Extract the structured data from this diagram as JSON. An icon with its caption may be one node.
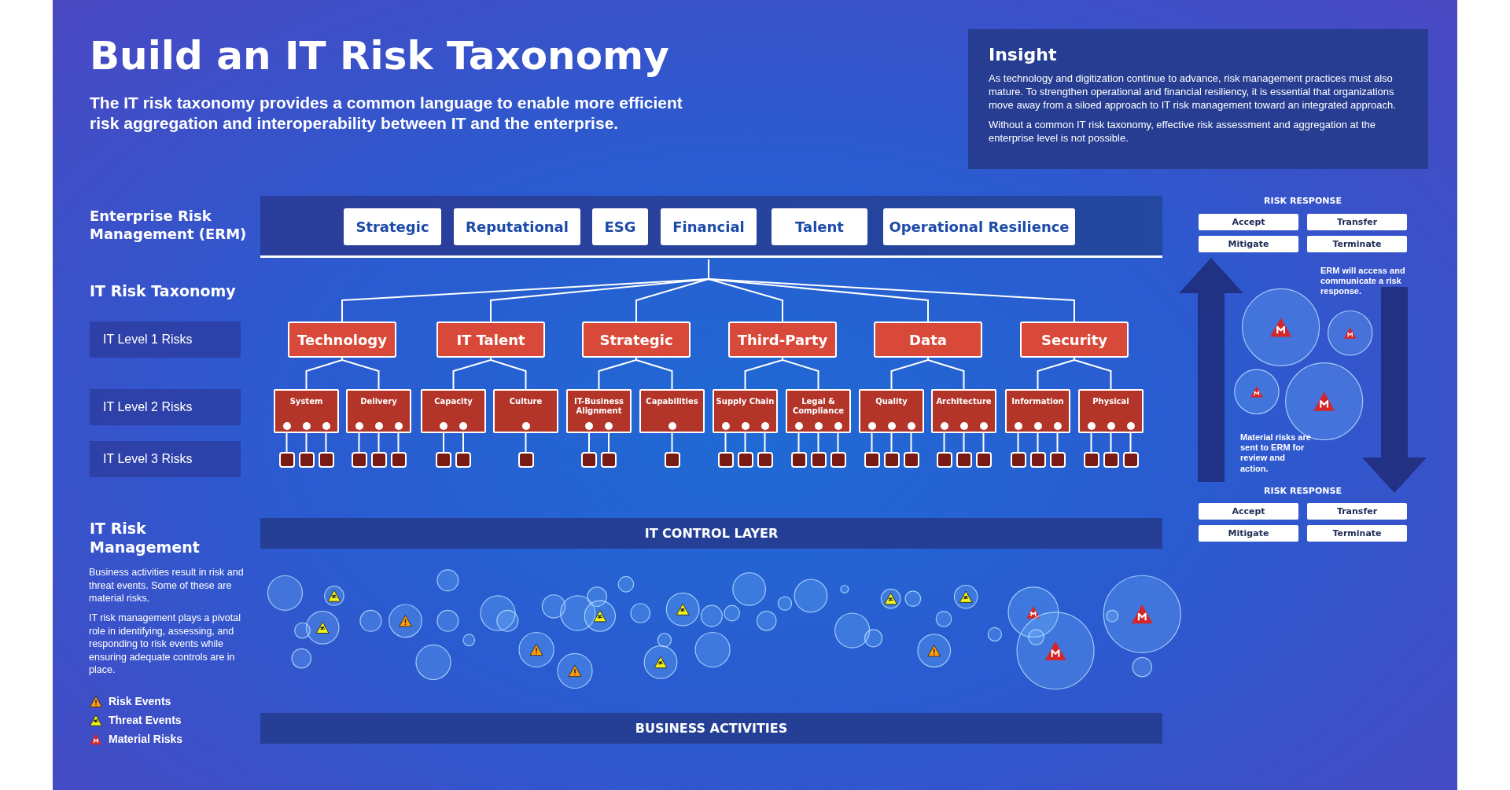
{
  "diagram": {
    "title": "Build an IT Risk Taxonomy",
    "nodes": [
      {
        "text": [],
        "shape": "band"
      },
      {
        "text": [
          "Strategic"
        ],
        "in": 0
      },
      {
        "text": [
          "Reputational"
        ],
        "in": 0
      },
      {
        "text": [
          "ESG"
        ],
        "in": 0
      },
      {
        "text": [
          "Financial"
        ],
        "in": 0
      },
      {
        "text": [
          "Talent"
        ],
        "in": 0
      },
      {
        "text": [
          "Operational Resilience"
        ],
        "in": 0
      },
      {
        "text": [
          "Technology"
        ]
      },
      {
        "text": [
          "IT Talent"
        ]
      },
      {
        "text": [
          "Strategic"
        ]
      },
      {
        "text": [
          "Third-Party"
        ]
      },
      {
        "text": [
          "Data"
        ]
      },
      {
        "text": [
          "Security"
        ]
      },
      {
        "text": [
          "System"
        ]
      },
      {
        "text": [
          "Delivery"
        ]
      },
      {
        "text": [
          "Capacity"
        ]
      },
      {
        "text": [
          "Culture"
        ]
      },
      {
        "text": [
          "IT-Business Alignment"
        ]
      },
      {
        "text": [
          "Capabilities"
        ]
      },
      {
        "text": [
          "Supply Chain"
        ]
      },
      {
        "text": [
          "Legal & Compliance"
        ]
      },
      {
        "text": [
          "Quality"
        ]
      },
      {
        "text": [
          "Architecture"
        ]
      },
      {
        "text": [
          "Information"
        ]
      },
      {
        "text": [
          "Physical"
        ]
      },
      {
        "text": [],
        "shape": "box"
      },
      {
        "text": [],
        "shape": "box"
      },
      {
        "text": [],
        "shape": "box"
      },
      {
        "text": [],
        "shape": "box"
      },
      {
        "text": [],
        "shape": "box"
      },
      {
        "text": [],
        "shape": "box"
      },
      {
        "text": [],
        "shape": "box"
      },
      {
        "text": [],
        "shape": "box"
      },
      {
        "text": [],
        "shape": "box"
      },
      {
        "text": [],
        "shape": "box"
      },
      {
        "text": [],
        "shape": "box"
      },
      {
        "text": [],
        "shape": "box"
      },
      {
        "text": [],
        "shape": "box"
      },
      {
        "text": [],
        "shape": "box"
      },
      {
        "text": [],
        "shape": "box"
      },
      {
        "text": [],
        "shape": "box"
      },
      {
        "text": [],
        "shape": "box"
      },
      {
        "text": [],
        "shape": "box"
      },
      {
        "text": [],
        "shape": "box"
      },
      {
        "text": [],
        "shape": "box"
      },
      {
        "text": [],
        "shape": "box"
      },
      {
        "text": [],
        "shape": "box"
      },
      {
        "text": [],
        "shape": "box"
      },
      {
        "text": [],
        "shape": "box"
      },
      {
        "text": [],
        "shape": "box"
      },
      {
        "text": [],
        "shape": "box"
      },
      {
        "text": [],
        "shape": "box"
      },
      {
        "text": [],
        "shape": "box"
      },
      {
        "text": [],
        "shape": "box"
      },
      {
        "text": [],
        "shape": "box"
      },
      {
        "text": [
          "IT CONTROL LAYER"
        ]
      },
      {
        "text": [
          "BUSINESS ACTIVITIES"
        ]
      },
      {
        "text": [
          "Insight",
          "As technology and digitization continue to advance, risk management practices must also mature. To strengthen operational and financial resiliency, it is essential that organizations move away from a siloed approach to IT risk management toward an integrated approach.",
          "Without a common IT risk taxonomy, effective risk assessment and aggregation at the enterprise level is not possible."
        ]
      },
      {
        "text": [
          "Accept"
        ]
      },
      {
        "text": [
          "Transfer"
        ]
      },
      {
        "text": [
          "Mitigate"
        ]
      },
      {
        "text": [
          "Terminate"
        ]
      },
      {
        "text": [
          "Accept"
        ]
      },
      {
        "text": [
          "Transfer"
        ]
      },
      {
        "text": [
          "Mitigate"
        ]
      },
      {
        "text": [
          "Terminate"
        ]
      }
    ],
    "edges": [
      {
        "from": 0,
        "to": 7,
        "arrow": "none"
      },
      {
        "from": 0,
        "to": 8,
        "arrow": "none"
      },
      {
        "from": 0,
        "to": 9,
        "arrow": "none"
      },
      {
        "from": 0,
        "to": 10,
        "arrow": "none"
      },
      {
        "from": 0,
        "to": 11,
        "arrow": "none"
      },
      {
        "from": 0,
        "to": 12,
        "arrow": "none"
      },
      {
        "from": 7,
        "to": 13,
        "arrow": "none"
      },
      {
        "from": 7,
        "to": 14,
        "arrow": "none"
      },
      {
        "from": 8,
        "to": 15,
        "arrow": "none"
      },
      {
        "from": 8,
        "to": 16,
        "arrow": "none"
      },
      {
        "from": 9,
        "to": 17,
        "arrow": "none"
      },
      {
        "from": 9,
        "to": 18,
        "arrow": "none"
      },
      {
        "from": 10,
        "to": 19,
        "arrow": "none"
      },
      {
        "from": 10,
        "to": 20,
        "arrow": "none"
      },
      {
        "from": 11,
        "to": 21,
        "arrow": "none"
      },
      {
        "from": 11,
        "to": 22,
        "arrow": "none"
      },
      {
        "from": 12,
        "to": 23,
        "arrow": "none"
      },
      {
        "from": 12,
        "to": 24,
        "arrow": "none"
      },
      {
        "from": 13,
        "to": 25,
        "arrow": "none"
      },
      {
        "from": 13,
        "to": 26,
        "arrow": "none"
      },
      {
        "from": 13,
        "to": 27,
        "arrow": "none"
      },
      {
        "from": 14,
        "to": 28,
        "arrow": "none"
      },
      {
        "from": 14,
        "to": 29,
        "arrow": "none"
      },
      {
        "from": 14,
        "to": 30,
        "arrow": "none"
      },
      {
        "from": 15,
        "to": 31,
        "arrow": "none"
      },
      {
        "from": 15,
        "to": 32,
        "arrow": "none"
      },
      {
        "from": 16,
        "to": 33,
        "arrow": "none"
      },
      {
        "from": 17,
        "to": 34,
        "arrow": "none"
      },
      {
        "from": 17,
        "to": 35,
        "arrow": "none"
      },
      {
        "from": 18,
        "to": 36,
        "arrow": "none"
      },
      {
        "from": 19,
        "to": 37,
        "arrow": "none"
      },
      {
        "from": 19,
        "to": 38,
        "arrow": "none"
      },
      {
        "from": 19,
        "to": 39,
        "arrow": "none"
      },
      {
        "from": 20,
        "to": 40,
        "arrow": "none"
      },
      {
        "from": 20,
        "to": 41,
        "arrow": "none"
      },
      {
        "from": 20,
        "to": 42,
        "arrow": "none"
      },
      {
        "from": 21,
        "to": 43,
        "arrow": "none"
      },
      {
        "from": 21,
        "to": 44,
        "arrow": "none"
      },
      {
        "from": 21,
        "to": 45,
        "arrow": "none"
      },
      {
        "from": 22,
        "to": 46,
        "arrow": "none"
      },
      {
        "from": 22,
        "to": 47,
        "arrow": "none"
      },
      {
        "from": 22,
        "to": 48,
        "arrow": "none"
      },
      {
        "from": 23,
        "to": 49,
        "arrow": "none"
      },
      {
        "from": 23,
        "to": 50,
        "arrow": "none"
      },
      {
        "from": 23,
        "to": 51,
        "arrow": "none"
      },
      {
        "from": 24,
        "to": 52,
        "arrow": "none"
      },
      {
        "from": 24,
        "to": 53,
        "arrow": "none"
      },
      {
        "from": 24,
        "to": 54,
        "arrow": "none"
      }
    ],
    "labels": [
      "The IT risk taxonomy provides a common language to enable more efficient risk aggregation and interoperability between IT and the enterprise.",
      "Enterprise Risk Management (ERM)",
      "IT Risk Taxonomy",
      "IT Level 1 Risks",
      "IT Level 2 Risks",
      "IT Level 3 Risks",
      "IT Risk Management",
      "Business activities result in risk and threat events. Some of these are material risks.",
      "IT risk management plays a pivotal role in identifying, assessing, and responding to risk events while ensuring adequate controls are in place.",
      "RISK RESPONSE",
      "ERM will access and communicate a risk response.",
      "Material risks are sent to ERM for review and action.",
      "RISK RESPONSE"
    ],
    "legend": [
      {
        "text": "Risk Events"
      },
      {
        "text": "Threat Events"
      },
      {
        "text": "Material Risks"
      }
    ]
  }
}
